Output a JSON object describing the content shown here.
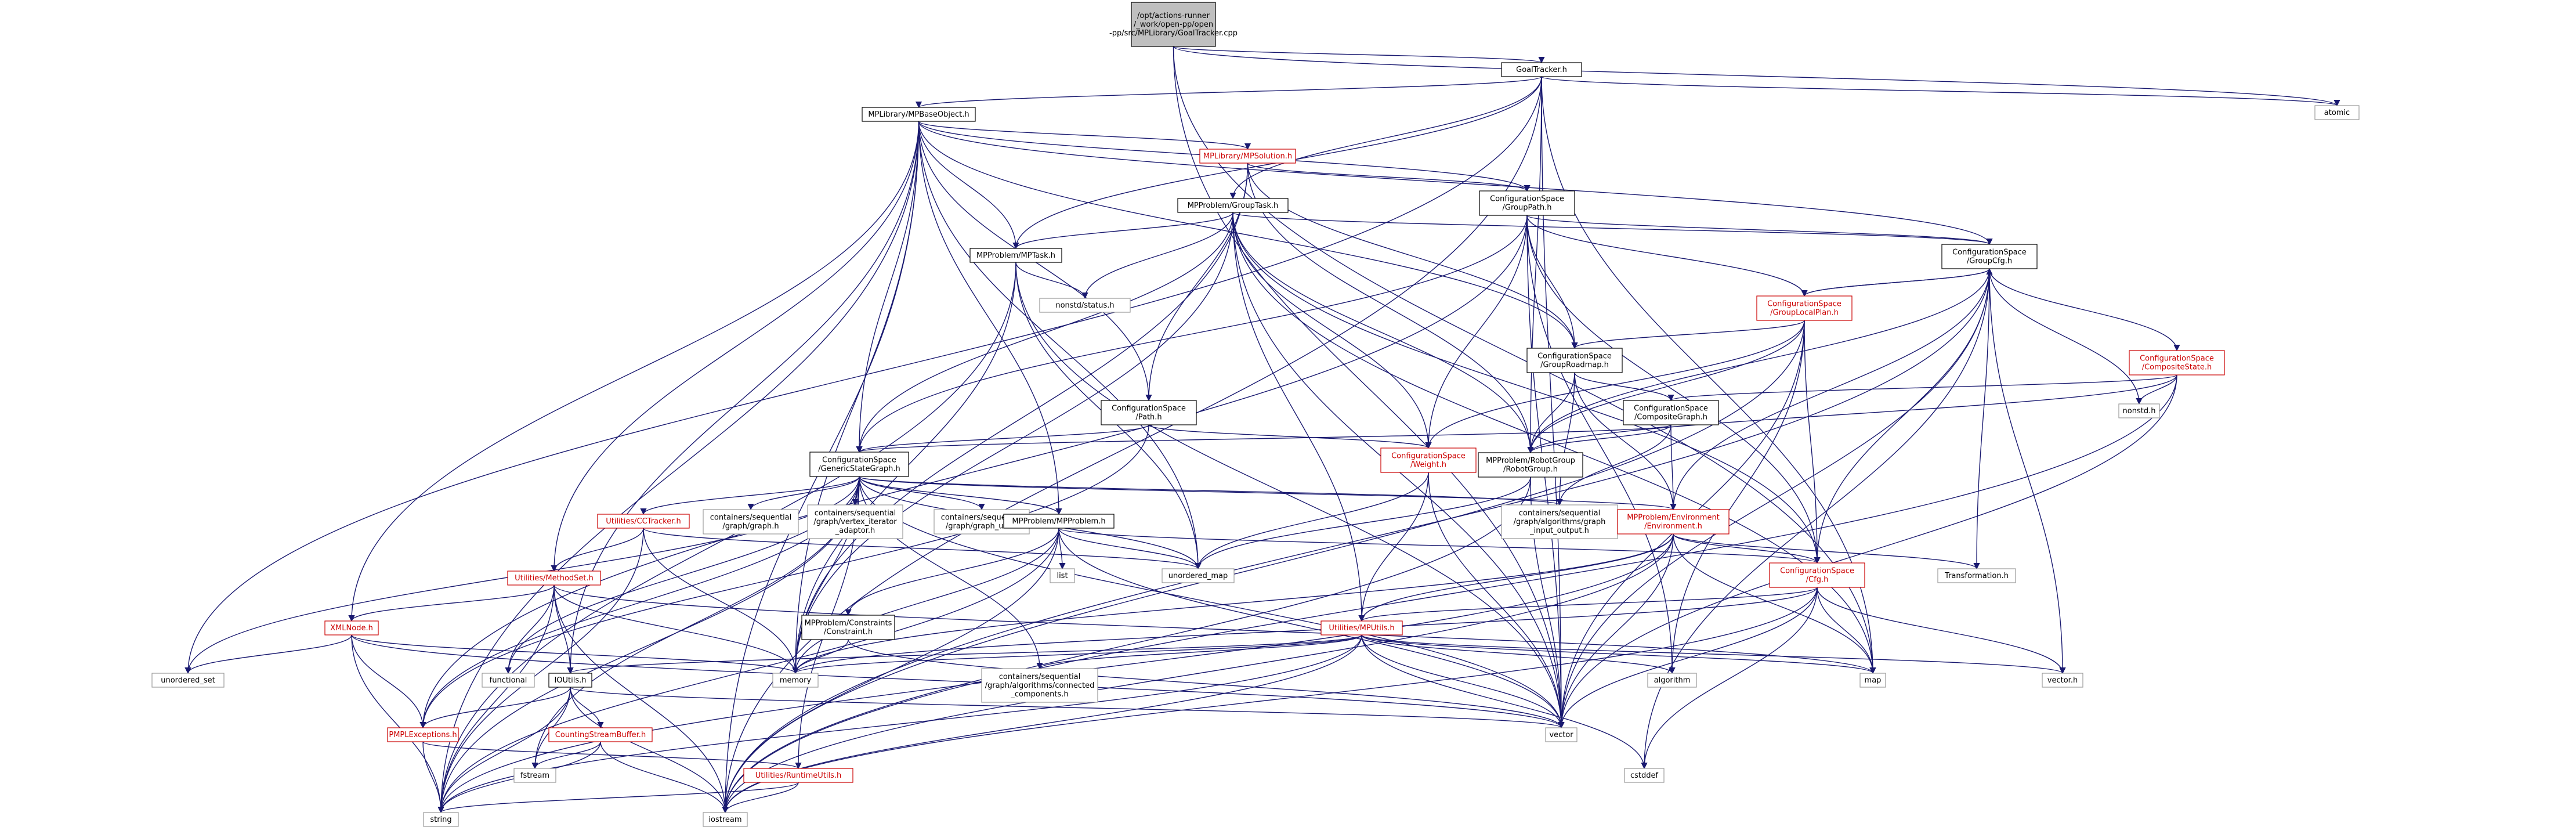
{
  "diagram": {
    "nodes": [
      {
        "id": "root",
        "lines": [
          "/opt/actions-runner",
          "/_work/open-pp/open",
          "-pp/src/MPLibrary/GoalTracker.cpp"
        ],
        "style": "root"
      },
      {
        "id": "goaltracker",
        "lines": [
          "GoalTracker.h"
        ],
        "style": "dark"
      },
      {
        "id": "atomic",
        "lines": [
          "atomic"
        ],
        "style": "gray"
      },
      {
        "id": "mpbaseobject",
        "lines": [
          "MPLibrary/MPBaseObject.h"
        ],
        "style": "dark"
      },
      {
        "id": "mpsolution",
        "lines": [
          "MPLibrary/MPSolution.h"
        ],
        "style": "red"
      },
      {
        "id": "grouppath",
        "lines": [
          "ConfigurationSpace",
          "/GroupPath.h"
        ],
        "style": "dark"
      },
      {
        "id": "grouptask",
        "lines": [
          "MPProblem/GroupTask.h"
        ],
        "style": "dark"
      },
      {
        "id": "mptask",
        "lines": [
          "MPProblem/MPTask.h"
        ],
        "style": "dark"
      },
      {
        "id": "nonstd_status",
        "lines": [
          "nonstd/status.h"
        ],
        "style": "gray"
      },
      {
        "id": "groupcfg",
        "lines": [
          "ConfigurationSpace",
          "/GroupCfg.h"
        ],
        "style": "dark"
      },
      {
        "id": "grouplocalplan",
        "lines": [
          "ConfigurationSpace",
          "/GroupLocalPlan.h"
        ],
        "style": "red"
      },
      {
        "id": "grouproadmap",
        "lines": [
          "ConfigurationSpace",
          "/GroupRoadmap.h"
        ],
        "style": "dark"
      },
      {
        "id": "compositestate",
        "lines": [
          "ConfigurationSpace",
          "/CompositeState.h"
        ],
        "style": "red"
      },
      {
        "id": "nonstd",
        "lines": [
          "nonstd.h"
        ],
        "style": "gray"
      },
      {
        "id": "compositegraph",
        "lines": [
          "ConfigurationSpace",
          "/CompositeGraph.h"
        ],
        "style": "dark"
      },
      {
        "id": "path",
        "lines": [
          "ConfigurationSpace",
          "/Path.h"
        ],
        "style": "dark"
      },
      {
        "id": "weight",
        "lines": [
          "ConfigurationSpace",
          "/Weight.h"
        ],
        "style": "red"
      },
      {
        "id": "robotgroup",
        "lines": [
          "MPProblem/RobotGroup",
          "/RobotGroup.h"
        ],
        "style": "dark"
      },
      {
        "id": "genericstategraph",
        "lines": [
          "ConfigurationSpace",
          "/GenericStateGraph.h"
        ],
        "style": "dark"
      },
      {
        "id": "cctracker",
        "lines": [
          "Utilities/CCTracker.h"
        ],
        "style": "red"
      },
      {
        "id": "graph_h",
        "lines": [
          "containers/sequential",
          "/graph/graph.h"
        ],
        "style": "gray"
      },
      {
        "id": "vertex_iterator",
        "lines": [
          "containers/sequential",
          "/graph/vertex_iterator",
          "_adaptor.h"
        ],
        "style": "gray"
      },
      {
        "id": "graph_util",
        "lines": [
          "containers/sequential",
          "/graph/graph_util.h"
        ],
        "style": "gray"
      },
      {
        "id": "graph_input_output",
        "lines": [
          "containers/sequential",
          "/graph/algorithms/graph",
          "_input_output.h"
        ],
        "style": "gray"
      },
      {
        "id": "environment",
        "lines": [
          "MPProblem/Environment",
          "/Environment.h"
        ],
        "style": "red"
      },
      {
        "id": "mpproblem",
        "lines": [
          "MPProblem/MPProblem.h"
        ],
        "style": "dark"
      },
      {
        "id": "list",
        "lines": [
          "list"
        ],
        "style": "gray"
      },
      {
        "id": "unordered_map",
        "lines": [
          "unordered_map"
        ],
        "style": "gray"
      },
      {
        "id": "transformation",
        "lines": [
          "Transformation.h"
        ],
        "style": "gray"
      },
      {
        "id": "cfg",
        "lines": [
          "ConfigurationSpace",
          "/Cfg.h"
        ],
        "style": "red"
      },
      {
        "id": "methodset",
        "lines": [
          "Utilities/MethodSet.h"
        ],
        "style": "red"
      },
      {
        "id": "constraint",
        "lines": [
          "MPProblem/Constraints",
          "/Constraint.h"
        ],
        "style": "dark"
      },
      {
        "id": "mputils",
        "lines": [
          "Utilities/MPUtils.h"
        ],
        "style": "red"
      },
      {
        "id": "xmlnode",
        "lines": [
          "XMLNode.h"
        ],
        "style": "red"
      },
      {
        "id": "unordered_set",
        "lines": [
          "unordered_set"
        ],
        "style": "gray"
      },
      {
        "id": "functional",
        "lines": [
          "functional"
        ],
        "style": "gray"
      },
      {
        "id": "ioutils",
        "lines": [
          "IOUtils.h"
        ],
        "style": "dark"
      },
      {
        "id": "memory",
        "lines": [
          "memory"
        ],
        "style": "gray"
      },
      {
        "id": "connected_components",
        "lines": [
          "containers/sequential",
          "/graph/algorithms/connected",
          "_components.h"
        ],
        "style": "gray"
      },
      {
        "id": "algorithm",
        "lines": [
          "algorithm"
        ],
        "style": "gray"
      },
      {
        "id": "map",
        "lines": [
          "map"
        ],
        "style": "gray"
      },
      {
        "id": "vector_h",
        "lines": [
          "vector.h"
        ],
        "style": "gray"
      },
      {
        "id": "countingstreambuffer",
        "lines": [
          "CountingStreamBuffer.h"
        ],
        "style": "red"
      },
      {
        "id": "pmplexceptions",
        "lines": [
          "PMPLExceptions.h"
        ],
        "style": "red"
      },
      {
        "id": "vector",
        "lines": [
          "vector"
        ],
        "style": "gray"
      },
      {
        "id": "fstream",
        "lines": [
          "fstream"
        ],
        "style": "gray"
      },
      {
        "id": "runtimeutils",
        "lines": [
          "Utilities/RuntimeUtils.h"
        ],
        "style": "red"
      },
      {
        "id": "cstddef",
        "lines": [
          "cstddef"
        ],
        "style": "gray"
      },
      {
        "id": "string",
        "lines": [
          "string"
        ],
        "style": "gray"
      },
      {
        "id": "iostream",
        "lines": [
          "iostream"
        ],
        "style": "gray"
      }
    ],
    "edges": [
      [
        "root",
        "goaltracker"
      ],
      [
        "root",
        "atomic"
      ],
      [
        "root",
        "map"
      ],
      [
        "root",
        "vector"
      ],
      [
        "goaltracker",
        "atomic"
      ],
      [
        "goaltracker",
        "mpbaseobject"
      ],
      [
        "goaltracker",
        "grouptask"
      ],
      [
        "goaltracker",
        "mptask"
      ],
      [
        "goaltracker",
        "robotgroup"
      ],
      [
        "goaltracker",
        "unordered_set"
      ],
      [
        "goaltracker",
        "vector"
      ],
      [
        "goaltracker",
        "map"
      ],
      [
        "goaltracker",
        "iostream"
      ],
      [
        "mpbaseobject",
        "mpsolution"
      ],
      [
        "mpbaseobject",
        "grouppath"
      ],
      [
        "mpbaseobject",
        "mptask"
      ],
      [
        "mpbaseobject",
        "genericstategraph"
      ],
      [
        "mpbaseobject",
        "mpproblem"
      ],
      [
        "mpbaseobject",
        "methodset"
      ],
      [
        "mpbaseobject",
        "xmlnode"
      ],
      [
        "mpbaseobject",
        "groupcfg"
      ],
      [
        "mpbaseobject",
        "grouproadmap"
      ],
      [
        "mpbaseobject",
        "path"
      ],
      [
        "mpbaseobject",
        "string"
      ],
      [
        "mpbaseobject",
        "iostream"
      ],
      [
        "mpbaseobject",
        "memory"
      ],
      [
        "mpbaseobject",
        "unordered_map"
      ],
      [
        "mpbaseobject",
        "ioutils"
      ],
      [
        "mpsolution",
        "grouppath"
      ],
      [
        "mpsolution",
        "grouproadmap"
      ],
      [
        "mpsolution",
        "path"
      ],
      [
        "mpsolution",
        "robotgroup"
      ],
      [
        "mpsolution",
        "memory"
      ],
      [
        "grouppath",
        "groupcfg"
      ],
      [
        "grouppath",
        "grouplocalplan"
      ],
      [
        "grouppath",
        "grouproadmap"
      ],
      [
        "grouppath",
        "weight"
      ],
      [
        "grouppath",
        "genericstategraph"
      ],
      [
        "grouppath",
        "cfg"
      ],
      [
        "grouppath",
        "algorithm"
      ],
      [
        "grouppath",
        "vector"
      ],
      [
        "grouppath",
        "pmplexceptions"
      ],
      [
        "grouptask",
        "mptask"
      ],
      [
        "grouptask",
        "nonstd_status"
      ],
      [
        "grouptask",
        "groupcfg"
      ],
      [
        "grouptask",
        "robotgroup"
      ],
      [
        "grouptask",
        "weight"
      ],
      [
        "grouptask",
        "genericstategraph"
      ],
      [
        "grouptask",
        "mputils"
      ],
      [
        "grouptask",
        "cfg"
      ],
      [
        "grouptask",
        "vector"
      ],
      [
        "grouptask",
        "memory"
      ],
      [
        "grouptask",
        "map"
      ],
      [
        "mptask",
        "nonstd_status"
      ],
      [
        "mptask",
        "string"
      ],
      [
        "mptask",
        "vector"
      ],
      [
        "mptask",
        "memory"
      ],
      [
        "mptask",
        "unordered_map"
      ],
      [
        "groupcfg",
        "grouplocalplan"
      ],
      [
        "groupcfg",
        "compositestate"
      ],
      [
        "groupcfg",
        "environment"
      ],
      [
        "groupcfg",
        "cfg"
      ],
      [
        "groupcfg",
        "nonstd"
      ],
      [
        "groupcfg",
        "robotgroup"
      ],
      [
        "groupcfg",
        "transformation"
      ],
      [
        "groupcfg",
        "vector_h"
      ],
      [
        "groupcfg",
        "vector"
      ],
      [
        "groupcfg",
        "iostream"
      ],
      [
        "groupcfg",
        "cstddef"
      ],
      [
        "grouplocalplan",
        "groupcfg"
      ],
      [
        "grouplocalplan",
        "grouproadmap"
      ],
      [
        "grouplocalplan",
        "weight"
      ],
      [
        "grouplocalplan",
        "robotgroup"
      ],
      [
        "grouplocalplan",
        "cfg"
      ],
      [
        "grouplocalplan",
        "vector"
      ],
      [
        "grouplocalplan",
        "algorithm"
      ],
      [
        "grouplocalplan",
        "iostream"
      ],
      [
        "grouproadmap",
        "compositegraph"
      ],
      [
        "grouproadmap",
        "robotgroup"
      ],
      [
        "grouproadmap",
        "graph_input_output"
      ],
      [
        "grouproadmap",
        "environment"
      ],
      [
        "compositestate",
        "compositegraph"
      ],
      [
        "compositestate",
        "nonstd"
      ],
      [
        "compositestate",
        "robotgroup"
      ],
      [
        "compositestate",
        "vector"
      ],
      [
        "compositestate",
        "iostream"
      ],
      [
        "compositegraph",
        "genericstategraph"
      ],
      [
        "compositegraph",
        "environment"
      ],
      [
        "compositegraph",
        "graph_input_output"
      ],
      [
        "compositegraph",
        "robotgroup"
      ],
      [
        "path",
        "genericstategraph"
      ],
      [
        "path",
        "weight"
      ],
      [
        "path",
        "pmplexceptions"
      ],
      [
        "weight",
        "mputils"
      ],
      [
        "weight",
        "vector"
      ],
      [
        "weight",
        "unordered_map"
      ],
      [
        "robotgroup",
        "unordered_map"
      ],
      [
        "robotgroup",
        "vector"
      ],
      [
        "robotgroup",
        "iostream"
      ],
      [
        "genericstategraph",
        "cctracker"
      ],
      [
        "genericstategraph",
        "graph_h"
      ],
      [
        "genericstategraph",
        "vertex_iterator"
      ],
      [
        "genericstategraph",
        "graph_util"
      ],
      [
        "genericstategraph",
        "graph_input_output"
      ],
      [
        "genericstategraph",
        "mpproblem"
      ],
      [
        "genericstategraph",
        "environment"
      ],
      [
        "genericstategraph",
        "unordered_map"
      ],
      [
        "genericstategraph",
        "runtimeutils"
      ],
      [
        "genericstategraph",
        "connected_components"
      ],
      [
        "genericstategraph",
        "functional"
      ],
      [
        "genericstategraph",
        "fstream"
      ],
      [
        "genericstategraph",
        "string"
      ],
      [
        "genericstategraph",
        "vector"
      ],
      [
        "genericstategraph",
        "unordered_set"
      ],
      [
        "genericstategraph",
        "memory"
      ],
      [
        "genericstategraph",
        "pmplexceptions"
      ],
      [
        "cctracker",
        "methodset"
      ],
      [
        "cctracker",
        "unordered_map"
      ],
      [
        "cctracker",
        "memory"
      ],
      [
        "cctracker",
        "string"
      ],
      [
        "environment",
        "cfg"
      ],
      [
        "environment",
        "mputils"
      ],
      [
        "environment",
        "transformation"
      ],
      [
        "environment",
        "map"
      ],
      [
        "environment",
        "memory"
      ],
      [
        "environment",
        "vector"
      ],
      [
        "environment",
        "string"
      ],
      [
        "environment",
        "iostream"
      ],
      [
        "mpproblem",
        "list"
      ],
      [
        "mpproblem",
        "constraint"
      ],
      [
        "mpproblem",
        "cfg"
      ],
      [
        "mpproblem",
        "unordered_map"
      ],
      [
        "mpproblem",
        "memory"
      ],
      [
        "mpproblem",
        "vector"
      ],
      [
        "mpproblem",
        "string"
      ],
      [
        "mpproblem",
        "iostream"
      ],
      [
        "cfg",
        "mputils"
      ],
      [
        "cfg",
        "map"
      ],
      [
        "cfg",
        "vector_h"
      ],
      [
        "cfg",
        "vector"
      ],
      [
        "cfg",
        "iostream"
      ],
      [
        "cfg",
        "cstddef"
      ],
      [
        "cfg",
        "memory"
      ],
      [
        "methodset",
        "xmlnode"
      ],
      [
        "methodset",
        "ioutils"
      ],
      [
        "methodset",
        "functional"
      ],
      [
        "methodset",
        "memory"
      ],
      [
        "methodset",
        "string"
      ],
      [
        "methodset",
        "iostream"
      ],
      [
        "methodset",
        "map"
      ],
      [
        "constraint",
        "memory"
      ],
      [
        "constraint",
        "vector"
      ],
      [
        "mputils",
        "ioutils"
      ],
      [
        "mputils",
        "algorithm"
      ],
      [
        "mputils",
        "map"
      ],
      [
        "mputils",
        "connected_components"
      ],
      [
        "mputils",
        "vector_h"
      ],
      [
        "mputils",
        "vector"
      ],
      [
        "mputils",
        "string"
      ],
      [
        "mputils",
        "iostream"
      ],
      [
        "mputils",
        "memory"
      ],
      [
        "mputils",
        "cstddef"
      ],
      [
        "xmlnode",
        "pmplexceptions"
      ],
      [
        "xmlnode",
        "unordered_set"
      ],
      [
        "xmlnode",
        "memory"
      ],
      [
        "xmlnode",
        "string"
      ],
      [
        "xmlnode",
        "vector"
      ],
      [
        "ioutils",
        "countingstreambuffer"
      ],
      [
        "ioutils",
        "pmplexceptions"
      ],
      [
        "ioutils",
        "fstream"
      ],
      [
        "ioutils",
        "string"
      ],
      [
        "ioutils",
        "vector"
      ],
      [
        "ioutils",
        "iostream"
      ],
      [
        "countingstreambuffer",
        "fstream"
      ],
      [
        "countingstreambuffer",
        "string"
      ],
      [
        "countingstreambuffer",
        "iostream"
      ],
      [
        "pmplexceptions",
        "runtimeutils"
      ],
      [
        "pmplexceptions",
        "string"
      ],
      [
        "runtimeutils",
        "string"
      ],
      [
        "runtimeutils",
        "iostream"
      ]
    ]
  }
}
